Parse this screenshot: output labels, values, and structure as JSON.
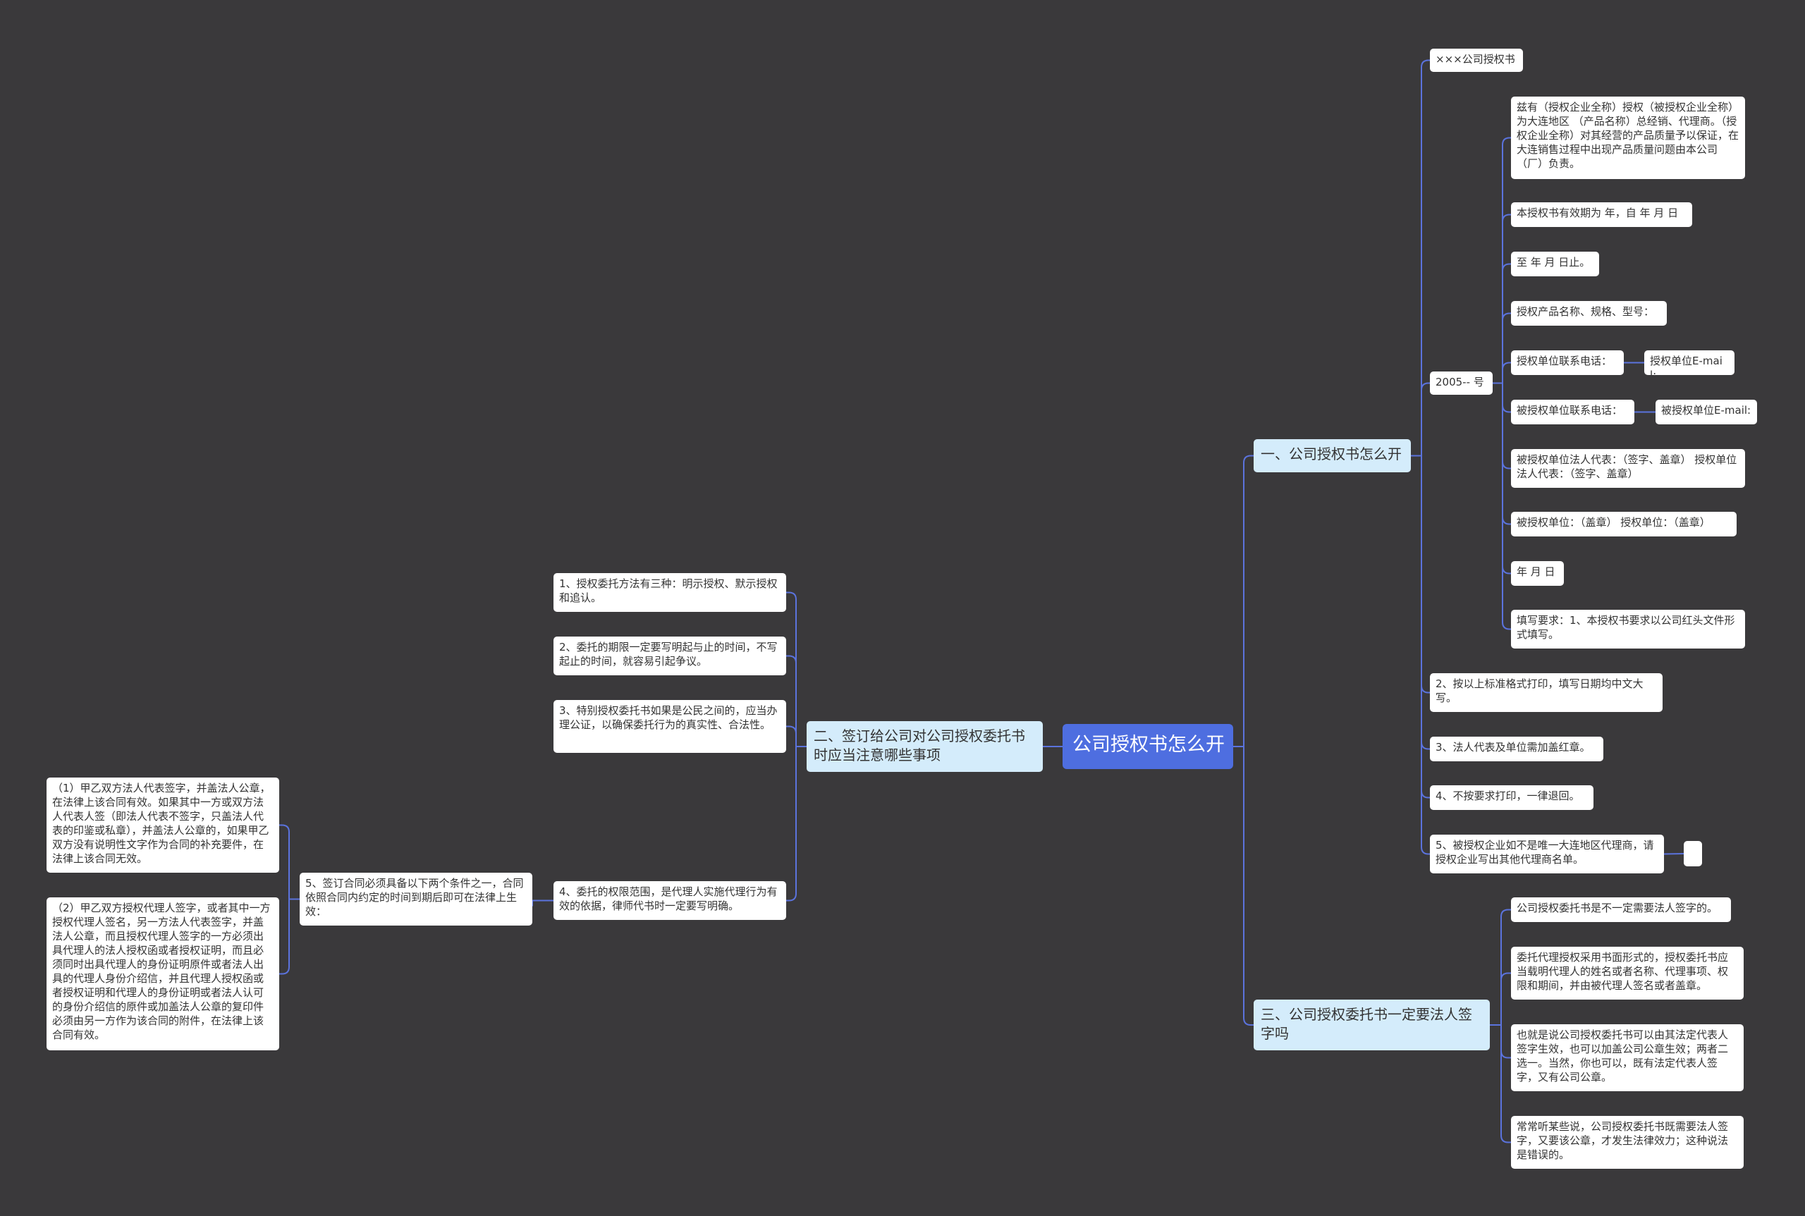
{
  "root": "公司授权书怎么开",
  "branches": {
    "b1": {
      "label": "一、公司授权书怎么开",
      "title": "×××公司授权书",
      "number": "2005-- 号",
      "items": [
        "兹有（授权企业全称）授权（被授权企业全称）为大连地区 （产品名称）总经销、代理商。（授权企业全称）对其经营的产品质量予以保证，在大连销售过程中出现产品质量问题由本公司（厂）负责。",
        "本授权书有效期为 年，自 年 月 日",
        "至 年 月 日止。",
        "授权产品名称、规格、型号：",
        "授权单位联系电话：",
        "被授权单位联系电话：",
        "被授权单位法人代表：（签字、盖章） 授权单位法人代表：（签字、盖章）",
        "被授权单位：（盖章） 授权单位：（盖章）",
        "年 月 日",
        "填写要求：1、本授权书要求以公司红头文件形式填写。"
      ],
      "email1": "授权单位E-mail:",
      "email2": "被授权单位E-mail:",
      "req2": "2、按以上标准格式打印，填写日期均中文大写。",
      "req3": "3、法人代表及单位需加盖红章。",
      "req4": "4、不按要求打印，一律退回。",
      "req5": "5、被授权企业如不是唯一大连地区代理商，请授权企业写出其他代理商名单。"
    },
    "b2": {
      "label": "二、签订给公司对公司授权委托书时应当注意哪些事项",
      "items": [
        "1、授权委托方法有三种：明示授权、默示授权和追认。",
        "2、委托的期限一定要写明起与止的时间，不写起止的时间，就容易引起争议。",
        "3、特别授权委托书如果是公民之间的，应当办理公证，以确保委托行为的真实性、合法性。",
        "4、委托的权限范围，是代理人实施代理行为有效的依据，律师代书时一定要写明确。"
      ],
      "item5": "5、签订合同必须具备以下两个条件之一，合同依照合同内约定的时间到期后即可在法律上生效：",
      "sub1": "（1）甲乙双方法人代表签字，并盖法人公章，在法律上该合同有效。如果其中一方或双方法人代表人签（即法人代表不签字，只盖法人代表的印鉴或私章），并盖法人公章的，如果甲乙双方没有说明性文字作为合同的补充要件，在法律上该合同无效。",
      "sub2": "（2）甲乙双方授权代理人签字，或者其中一方授权代理人签名，另一方法人代表签字，并盖法人公章，而且授权代理人签字的一方必须出具代理人的法人授权函或者授权证明，而且必须同时出具代理人的身份证明原件或者法人出具的代理人身份介绍信，并且代理人授权函或者授权证明和代理人的身份证明或者法人认可的身份介绍信的原件或加盖法人公章的复印件必须由另一方作为该合同的附件，在法律上该合同有效。"
    },
    "b3": {
      "label": "三、公司授权委托书一定要法人签字吗",
      "items": [
        "公司授权委托书是不一定需要法人签字的。",
        "委托代理授权采用书面形式的，授权委托书应当载明代理人的姓名或者名称、代理事项、权限和期间，并由被代理人签名或者盖章。",
        "也就是说公司授权委托书可以由其法定代表人签字生效，也可以加盖公司公章生效；两者二选一。当然，你也可以，既有法定代表人签字，又有公司公章。",
        "常常听某些说，公司授权委托书既需要法人签字，又要该公章，才发生法律效力；这种说法是错误的。"
      ]
    }
  },
  "colors": {
    "background": "#3a393b",
    "root": "#4e6ee0",
    "branch": "#d4ecfb",
    "leaf": "#ffffff",
    "line": "#5b73dd"
  }
}
